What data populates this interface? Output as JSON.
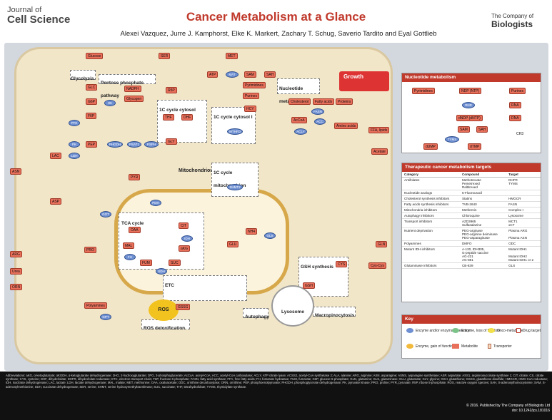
{
  "header": {
    "journal_line1": "Journal of",
    "journal_line2": "Cell Science",
    "title": "Cancer Metabolism at a Glance",
    "authors": "Alexei Vazquez, Jurre J. Kamphorst, Elke K. Markert, Zachary T. Schug, Saverio Tardito and Eyal Gottlieb",
    "publisher_line1": "The Company of",
    "publisher_line2": "Biologists"
  },
  "diagram": {
    "growth": "Growth",
    "mitochondrion": "Mitochondrion",
    "ros": "ROS",
    "boxes": [
      "Glycolysis",
      "Pentose phosphate pathway",
      "1C cycle cytosol",
      "1C cycle cytosol I",
      "1C cycle mitochondrion",
      "TCA cycle",
      "ETC",
      "ROS detoxification",
      "GSH synthesis",
      "Nucleotide metabolism",
      "Autophagy",
      "Macropinocytosis",
      "Lysosome"
    ],
    "metabolites": [
      "Glucose",
      "SER",
      "MET",
      "Growth",
      "GLC",
      "R5P",
      "ATP",
      "MAT",
      "SAM",
      "Pyrimidines",
      "Purines",
      "NADPH",
      "Glycogen",
      "G6P",
      "F6P",
      "PEP",
      "PYR",
      "LAC",
      "ASN",
      "ASP",
      "GLN",
      "GLU",
      "aKG",
      "CIT",
      "OAA",
      "MAL",
      "SUC",
      "FUM",
      "AcCoA",
      "Cholesterol",
      "Fatty acids",
      "Proteins",
      "Amino acids",
      "GSH",
      "GSSG",
      "FFA, lipids",
      "Acetate",
      "CYS",
      "Cys-Cys",
      "Polyamines",
      "ARG",
      "Urea",
      "ORN",
      "PRO",
      "GLY",
      "THF",
      "DHF",
      "SAH",
      "HCY",
      "NH4"
    ],
    "enzymes": [
      "HK",
      "PFK",
      "PK",
      "LDH",
      "GLS",
      "IDH",
      "FH",
      "SDH",
      "PDH",
      "ACLY",
      "FASN",
      "ACC",
      "SHMT2",
      "MTHFD",
      "PHGDH",
      "PSAT1",
      "PSPH",
      "GOT",
      "GPT"
    ]
  },
  "nucleotide_panel": {
    "heading": "Nucleotide metabolism",
    "labels": [
      "Pyrimidines",
      "NDP (NTP)",
      "Purines",
      "RNR",
      "RNA",
      "dNDP (dNTP)",
      "DNA",
      "SAM",
      "SAH",
      "TYMS",
      "dUMP",
      "dTMP",
      "CH3"
    ]
  },
  "therapeutic_panel": {
    "heading": "Therapeutic cancer metabolism targets",
    "columns": [
      "Category",
      "Compound",
      "Target"
    ],
    "rows": [
      [
        "Antifolates",
        "Methotrexate\nPemetrexed\nRaltitrexed",
        "DHFR\nTYMS"
      ],
      [
        "Nucleotide analogs",
        "5-Fluorouracil",
        ""
      ],
      [
        "Cholesterol synthesis inhibitors",
        "Statins",
        "HMGCR"
      ],
      [
        "Fatty acids synthesis inhibitors",
        "TVB-2640",
        "FASN"
      ],
      [
        "Mitochondria inhibitors",
        "Metformin",
        "Complex I"
      ],
      [
        "Autophagy inhibitors",
        "Chloroquine",
        "Lysosome"
      ],
      [
        "Transport inhibitors",
        "AZD3965\nSulfasalazine",
        "MCT1\nxCT"
      ],
      [
        "Nutrient deprivation",
        "PEG-arginase\nPEG-arginine deiminase\nPEG-asparaginase",
        "Plasma ARG\n\nPlasma ASN"
      ],
      [
        "Polyamines",
        "DMFO",
        "ODC"
      ],
      [
        "Mutant IDH inhibitors",
        "A-120, IDH305,\nG-peptide vaccine\nAG-221\nAG-881",
        "Mutant IDH1\n\nMutant IDH2\nMutant IDH1 or 2"
      ],
      [
        "Glutaminase inhibitors",
        "CB-839",
        "GLS"
      ]
    ]
  },
  "key_panel": {
    "heading": "Key",
    "items": [
      "Enzyme and/or enzymatic reaction",
      "Enzyme, loss of function",
      "Onco-metabolite",
      "Drug target",
      "Enzyme, gain of function",
      "Metabolite",
      "Transporter"
    ]
  },
  "footer": {
    "abbreviations": "Abbreviations: aKG, α-ketoglutarate; αKGDH, α-ketoglutarate dehydrogenase; 2HG, 2-hydroxyglutarate; 3PG, 3-phosphoglycerate; AcCoA, acetyl-CoA; ACC, acetyl-CoA carboxylase; ACLY, ATP citrate lyase; ACSS2, acetyl-CoA synthetase 2; ALA, alanine; ARG, arginine; ASN, asparagine; ASNS, asparagine synthetase; ASP, aspartate; ASS1, argininosuccinate synthase 1; CIT, citrate; CS, citrate synthase; CYS, cysteine; DHF, dihydrofolate; DHFR, dihydrofolate reductase; ETC, electron transport chain; F6P, fructose 6-phosphate; FASN, fatty acid synthase; FFA, free fatty acids; FH, fumarate hydratase; FUM, fumarate; G6P, glucose 6-phosphate; GLN, glutamine; GLS, glutaminase; GLU, glutamate; GLY, glycine; GSH, glutathione; GSSG, glutathione disulfide; HMGCR, HMG-CoA reductase; IDH, isocitrate dehydrogenase; LAC, lactate; LDH, lactate dehydrogenase; MAL, malate; MET, methionine; OAA, oxaloacetate; ODC, ornithine decarboxylase; ORN, ornithine; PEP, phosphoenolpyruvate; PHGDH, phosphoglycerate dehydrogenase; PK, pyruvate kinase; PRO, proline; PYR, pyruvate; R5P, ribose 5-phosphate; ROS, reactive oxygen species; SAH, S-adenosylhomocysteine; SAM, S-adenosylmethionine; SDH, succinate dehydrogenase; SER, serine; SHMT, serine hydroxymethyltransferase; SUC, succinate; THF, tetrahydrofolate; TYMS, thymidylate synthase.",
    "copyright_line1": "© 2016. Published by The Company of Biologists Ltd",
    "copyright_line2": "doi: 10.1242/jcs.181016"
  },
  "colors": {
    "title": "#c0392b",
    "metabolite": "#e8705b",
    "enzyme": "#6e8fd1",
    "cell": "#f2e6c9",
    "mitochondrion": "#d7a84a"
  }
}
